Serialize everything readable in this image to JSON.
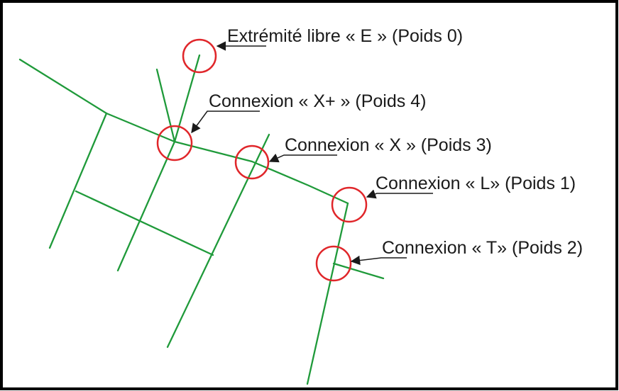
{
  "diagram": {
    "line_color": "#1f9a3a",
    "circle_color": "#e0262a",
    "border_color": "#000000",
    "labels": {
      "e": "Extrémité libre « E » (Poids 0)",
      "x_plus": "Connexion « X+ » (Poids 4)",
      "x": "Connexion « X » (Poids 3)",
      "l": "Connexion « L» (Poids 1)",
      "t": "Connexion « T» (Poids 2)"
    }
  }
}
